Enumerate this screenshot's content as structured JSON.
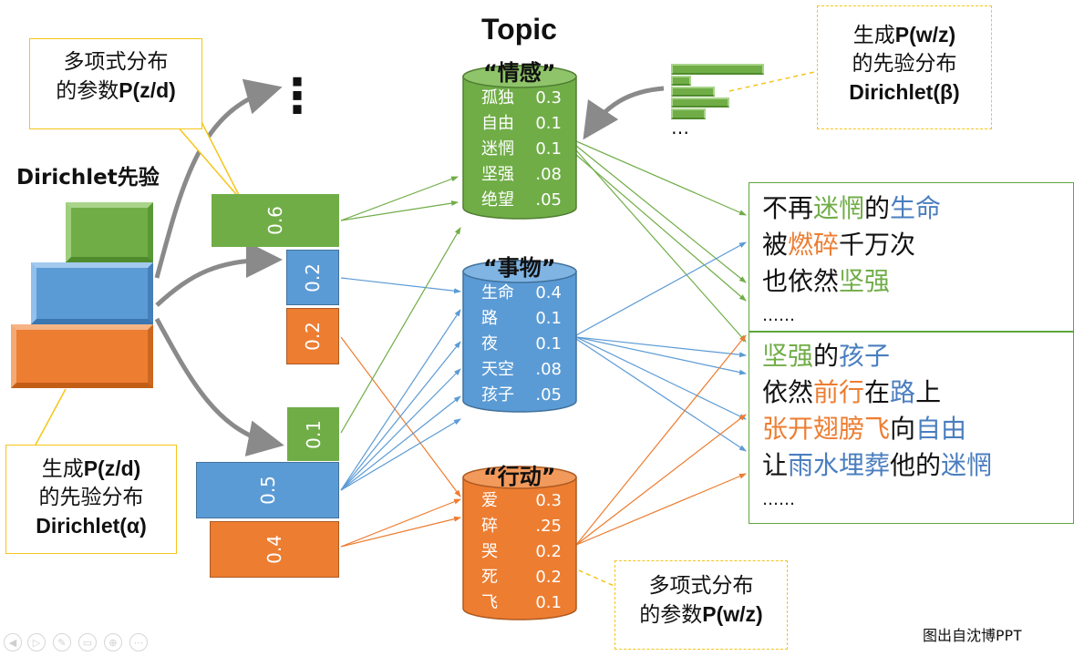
{
  "labels": {
    "dirichlet_prior": "Dirichlet先验",
    "topic_header": "Topic",
    "vdots": "⋮",
    "ellipsis_small": "…",
    "credit": "图出自沈博PPT"
  },
  "callouts": {
    "multinomial_zd": [
      "多项式分布",
      "的参数",
      "P(z/d)"
    ],
    "prior_zd": [
      "生成",
      "P(z/d)",
      "的先验分布",
      "Dirichlet(α)"
    ],
    "prior_wz": [
      "生成",
      "P(w/z)",
      "的先验分布",
      "Dirichlet(β)"
    ],
    "multinomial_wz": [
      "多项式分布",
      "的参数",
      "P(w/z)"
    ]
  },
  "doc1_props": [
    "0.6",
    "0.2",
    "0.2"
  ],
  "doc2_props": [
    "0.1",
    "0.5",
    "0.4"
  ],
  "topics": [
    {
      "name": "“情感”",
      "words": [
        [
          "孤独",
          "0.3"
        ],
        [
          "自由",
          "0.1"
        ],
        [
          "迷惘",
          "0.1"
        ],
        [
          "坚强",
          ".08"
        ],
        [
          "绝望",
          ".05"
        ]
      ]
    },
    {
      "name": "“事物”",
      "words": [
        [
          "生命",
          "0.4"
        ],
        [
          "路",
          "0.1"
        ],
        [
          "夜",
          "0.1"
        ],
        [
          "天空",
          ".08"
        ],
        [
          "孩子",
          ".05"
        ]
      ]
    },
    {
      "name": "“行动”",
      "words": [
        [
          "爱",
          "0.3"
        ],
        [
          "碎",
          ".25"
        ],
        [
          "哭",
          "0.2"
        ],
        [
          "死",
          "0.2"
        ],
        [
          "飞",
          "0.1"
        ]
      ]
    }
  ],
  "poems": [
    {
      "lines": [
        [
          [
            "不再",
            "k"
          ],
          [
            "迷惘",
            "g"
          ],
          [
            "的",
            "k"
          ],
          [
            "生命",
            "b"
          ]
        ],
        [
          [
            "被",
            "k"
          ],
          [
            "燃碎",
            "o"
          ],
          [
            "千万次",
            "k"
          ]
        ],
        [
          [
            "也依然",
            "k"
          ],
          [
            "坚强",
            "g"
          ]
        ]
      ],
      "ellipsis": "……"
    },
    {
      "lines": [
        [
          [
            "坚强",
            "g"
          ],
          [
            "的",
            "k"
          ],
          [
            "孩子",
            "b"
          ]
        ],
        [
          [
            "依然",
            "k"
          ],
          [
            "前行",
            "o"
          ],
          [
            "在",
            "k"
          ],
          [
            "路",
            "b"
          ],
          [
            "上",
            "k"
          ]
        ],
        [
          [
            "张开翅膀飞",
            "o"
          ],
          [
            "向",
            "k"
          ],
          [
            "自由",
            "b"
          ]
        ],
        [
          [
            "让",
            "k"
          ],
          [
            "雨水埋葬",
            "b"
          ],
          [
            "他的",
            "k"
          ],
          [
            "迷惘",
            "b"
          ]
        ]
      ],
      "ellipsis": "……"
    }
  ],
  "colors": {
    "green": "#70ad47",
    "blue": "#5b9bd5",
    "orange": "#ed7d31",
    "callout_border": "#f5c518",
    "text_green": "#70ad47",
    "text_blue": "#4a7ebf",
    "text_orange": "#ed7d31",
    "text_black": "#111111"
  }
}
